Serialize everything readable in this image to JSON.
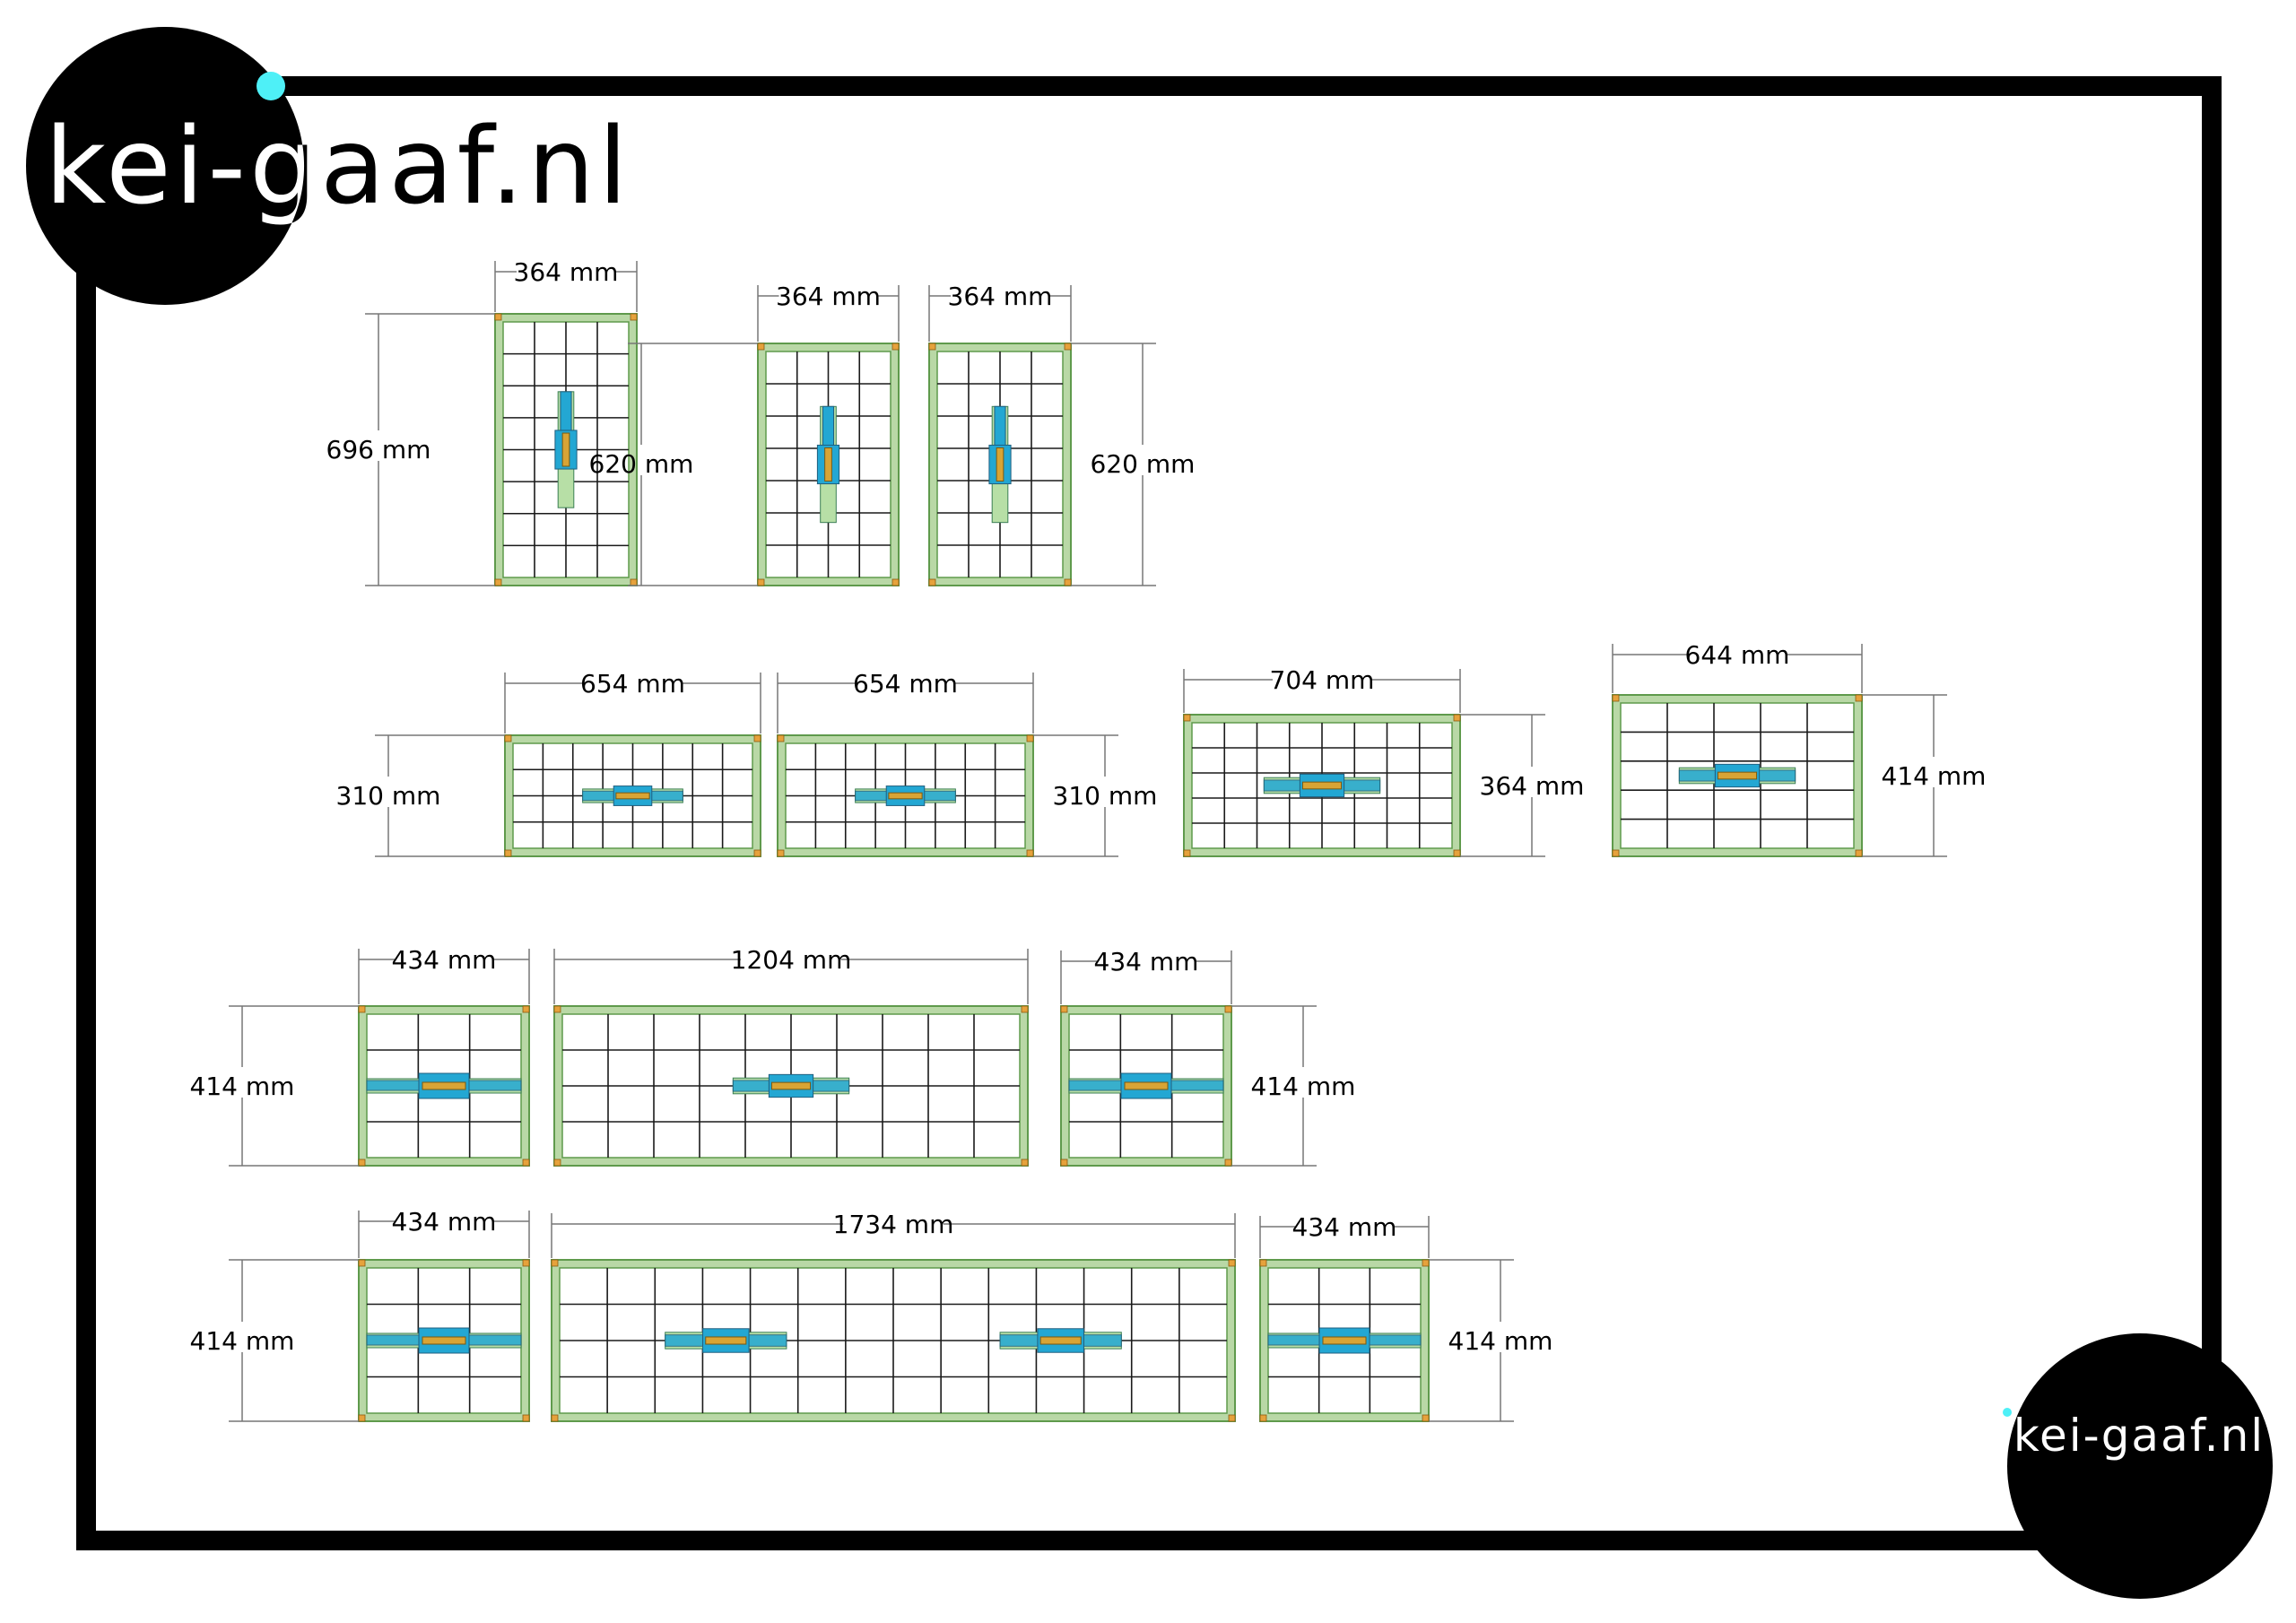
{
  "brand": {
    "logo_text": "kei-gaaf.nl",
    "colors": {
      "ink": "#000000",
      "accent": "#4ef0f7",
      "frame": "#000000"
    }
  },
  "panel_style": {
    "frame_green": "#b9d8a6",
    "frame_stroke": "#5f9a4c",
    "grid_line": "#1a1a1a",
    "corner_block": "#e6a23c",
    "glass_blue": "#23a7d3",
    "glass_light": "#b7dfa6",
    "glass_gold": "#d8a435",
    "dimension_line": "#777777"
  },
  "panels": [
    {
      "id": "A1",
      "width_label": "364 mm",
      "height_label": "696 mm",
      "cols": 4,
      "rows": 8,
      "orientation": "vertical"
    },
    {
      "id": "A2",
      "width_label": "364 mm",
      "height_label": "620 mm",
      "cols": 4,
      "rows": 7,
      "orientation": "vertical"
    },
    {
      "id": "A3",
      "width_label": "364 mm",
      "height_label": "620 mm",
      "cols": 4,
      "rows": 7,
      "orientation": "vertical"
    },
    {
      "id": "B1",
      "width_label": "654 mm",
      "height_label": "310 mm",
      "cols": 8,
      "rows": 4,
      "orientation": "horizontal"
    },
    {
      "id": "B2",
      "width_label": "654 mm",
      "height_label": "310 mm",
      "cols": 8,
      "rows": 4,
      "orientation": "horizontal"
    },
    {
      "id": "B3",
      "width_label": "704 mm",
      "height_label": "364 mm",
      "cols": 8,
      "rows": 5,
      "orientation": "horizontal"
    },
    {
      "id": "B4",
      "width_label": "644 mm",
      "height_label": "414 mm",
      "cols": 5,
      "rows": 5,
      "orientation": "horizontal"
    },
    {
      "id": "C1",
      "width_label": "434 mm",
      "height_label": "414 mm",
      "cols": 3,
      "rows": 4,
      "orientation": "horizontal"
    },
    {
      "id": "C2",
      "width_label": "1204 mm",
      "height_label": "",
      "cols": 10,
      "rows": 4,
      "orientation": "horizontal"
    },
    {
      "id": "C3",
      "width_label": "434 mm",
      "height_label": "414 mm",
      "cols": 3,
      "rows": 4,
      "orientation": "horizontal"
    },
    {
      "id": "D1",
      "width_label": "434 mm",
      "height_label": "414 mm",
      "cols": 3,
      "rows": 4,
      "orientation": "horizontal"
    },
    {
      "id": "D2",
      "width_label": "1734 mm",
      "height_label": "",
      "cols": 14,
      "rows": 4,
      "orientation": "horizontal"
    },
    {
      "id": "D3",
      "width_label": "434 mm",
      "height_label": "414 mm",
      "cols": 3,
      "rows": 4,
      "orientation": "horizontal"
    }
  ]
}
